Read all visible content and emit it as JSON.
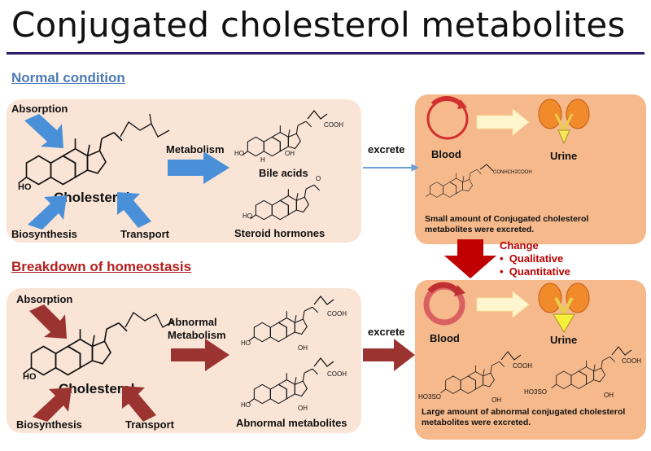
{
  "title": "Conjugated cholesterol metabolites",
  "normal": {
    "heading": "Normal condition",
    "absorption": "Absorption",
    "biosynthesis": "Biosynthesis",
    "transport": "Transport",
    "cholesterol": "Cholesterol",
    "metabolism": "Metabolism",
    "bile_acids": "Bile acids",
    "steroid_hormones": "Steroid hormones",
    "excrete": "excrete",
    "blood": "Blood",
    "urine": "Urine",
    "note": "Small amount of Conjugated cholesterol metabolites were excreted."
  },
  "change": {
    "label": "Change",
    "items": [
      "Qualitative",
      "Quantitative"
    ]
  },
  "breakdown": {
    "heading": "Breakdown of homeostasis",
    "absorption": "Absorption",
    "biosynthesis": "Biosynthesis",
    "transport": "Transport",
    "cholesterol": "Cholesterol",
    "metabolism": "Abnormal Metabolism",
    "abnormal_metabolites": "Abnormal metabolites",
    "excrete": "excrete",
    "blood": "Blood",
    "urine": "Urine",
    "note": "Large amount of abnormal conjugated cholesterol metabolites were excreted."
  },
  "chem": {
    "ho": "HO",
    "oh": "OH",
    "cooh": "COOH",
    "h": "H",
    "o": "O",
    "hso": "HO3SO",
    "conhch2cooh": "CONHCH2COOH"
  },
  "colors": {
    "normal_arrow": "#4a90d9",
    "abnormal_arrow": "#9b3430",
    "change_arrow": "#c00000",
    "panel": "#f9e4d6",
    "result_panel": "#f5b98c"
  }
}
